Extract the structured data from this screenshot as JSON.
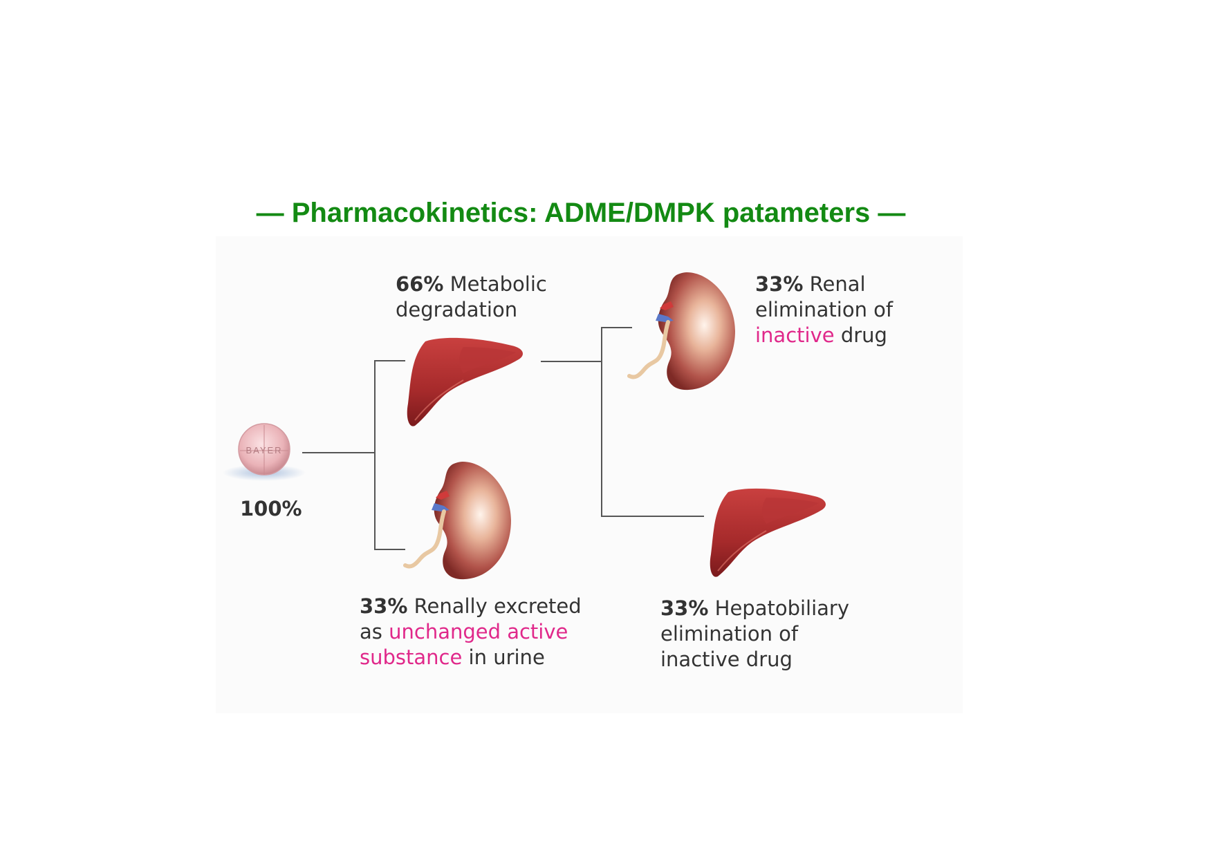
{
  "title": "— Pharmacokinetics: ADME/DMPK patameters —",
  "colors": {
    "title": "#138a13",
    "highlight": "#e0288a",
    "text": "#333333",
    "connector": "#555555",
    "organ": "#a8262a"
  },
  "pill": {
    "brand": "BAYER",
    "percent": "100%"
  },
  "metabolic": {
    "percent": "66%",
    "line1": "Metabolic",
    "line2": "degradation",
    "icon": "liver-icon"
  },
  "renal_unchanged": {
    "percent": "33%",
    "line1": "Renally excreted",
    "line2_pre": "as",
    "line2_hl": "unchanged active",
    "line3_hl": "substance",
    "line3_post": "in urine",
    "icon": "kidney-icon"
  },
  "renal_inactive": {
    "percent": "33%",
    "line1": "Renal",
    "line2": "elimination of",
    "line3_hl": "inactive",
    "line3_post": "drug",
    "icon": "kidney-icon"
  },
  "hepatobiliary": {
    "percent": "33%",
    "line1": "Hepatobiliary",
    "line2": "elimination of",
    "line3": "inactive drug",
    "icon": "liver-icon"
  }
}
